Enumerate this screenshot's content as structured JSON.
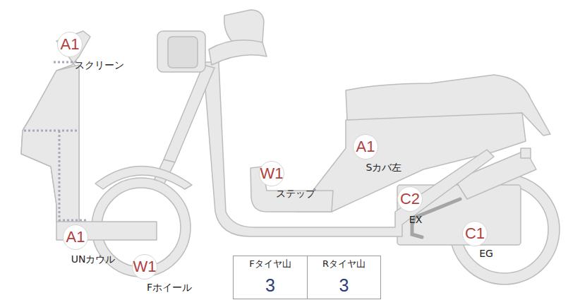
{
  "diagram": {
    "nodes": [
      {
        "text": [
          "A1",
          "スクリーン"
        ]
      },
      {
        "text": [
          "W1",
          "ステップ"
        ]
      },
      {
        "text": [
          "A1",
          "Sカバ左"
        ]
      },
      {
        "text": [
          "C2",
          "EX"
        ]
      },
      {
        "text": [
          "A1",
          "UNカウル"
        ]
      },
      {
        "text": [
          "C1",
          "EG"
        ]
      },
      {
        "text": [
          "W1",
          "Fホイール"
        ]
      }
    ],
    "labels": [
      "Fタイヤ山",
      "Rタイヤ山",
      "3",
      "3"
    ]
  }
}
